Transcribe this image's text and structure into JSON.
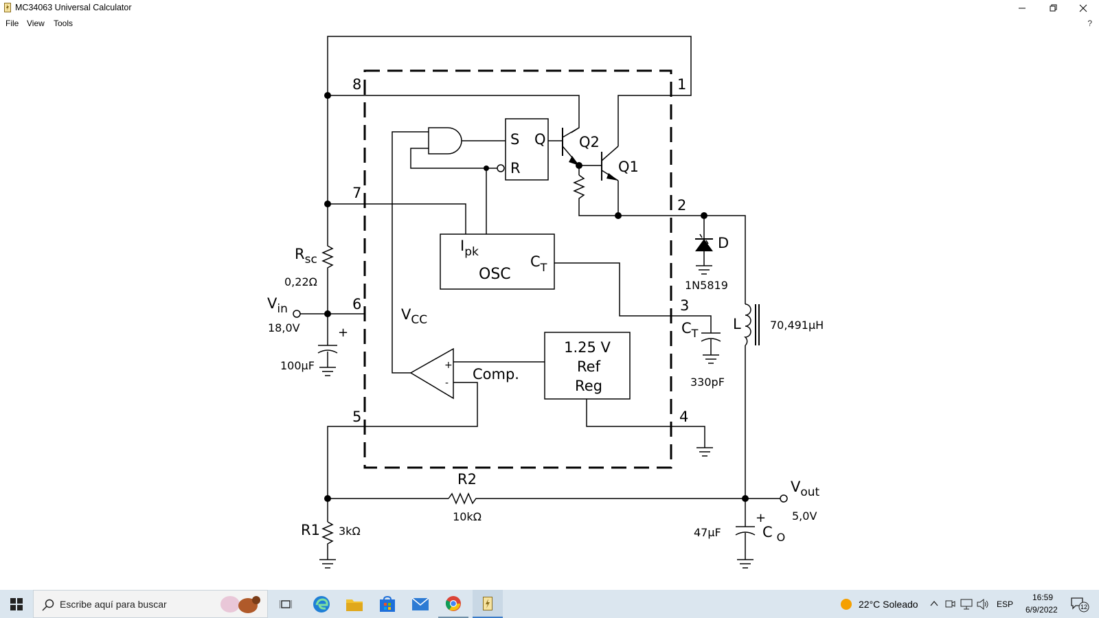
{
  "window": {
    "title": "MC34063 Universal Calculator",
    "help": "?"
  },
  "menu": [
    "File",
    "View",
    "Tools"
  ],
  "schematic": {
    "pins": [
      "8",
      "1",
      "7",
      "2",
      "6",
      "3",
      "5",
      "4"
    ],
    "gate_labels": {
      "s": "S",
      "q": "Q",
      "r": "R"
    },
    "transistors": {
      "q2": "Q2",
      "q1": "Q1"
    },
    "osc": {
      "ipk": "I",
      "ipk_sub": "pk",
      "osc": "OSC",
      "ct": "C",
      "ct_sub": "T"
    },
    "vcc": {
      "main": "V",
      "sub": "CC"
    },
    "comparator": {
      "label": "Comp.",
      "plus": "+",
      "minus": "-"
    },
    "ref": {
      "line1": "1.25 V",
      "line2": "Ref",
      "line3": "Reg"
    },
    "rsc": {
      "main": "R",
      "sub": "sc",
      "value": "0,22Ω"
    },
    "vin": {
      "main": "V",
      "sub": "in",
      "value": "18,0V"
    },
    "cin": {
      "plus": "+",
      "value": "100µF"
    },
    "diode": {
      "name": "D",
      "part": "1N5819"
    },
    "ct_cap": {
      "main": "C",
      "sub": "T",
      "value": "330pF"
    },
    "inductor": {
      "name": "L",
      "value": "70,491µH"
    },
    "r2": {
      "name": "R2",
      "value": "10kΩ"
    },
    "r1": {
      "name": "R1",
      "value": "3kΩ"
    },
    "vout": {
      "main": "V",
      "sub": "out",
      "value": "5,0V"
    },
    "co": {
      "plus": "+",
      "main": "C",
      "sub": "O",
      "value": "47µF"
    }
  },
  "taskbar": {
    "search_placeholder": "Escribe aquí para buscar",
    "weather": "22°C  Soleado",
    "language": "ESP",
    "time": "16:59",
    "date": "6/9/2022",
    "notifications": "12"
  },
  "colors": {
    "taskbar_bg": "#dbe6ef",
    "weather_icon": "#f5a000",
    "edge_blue": "#1f7fd6",
    "folder_yellow": "#f2c230",
    "store_blue": "#1e6fd9",
    "mail_blue": "#2d7bd4"
  }
}
